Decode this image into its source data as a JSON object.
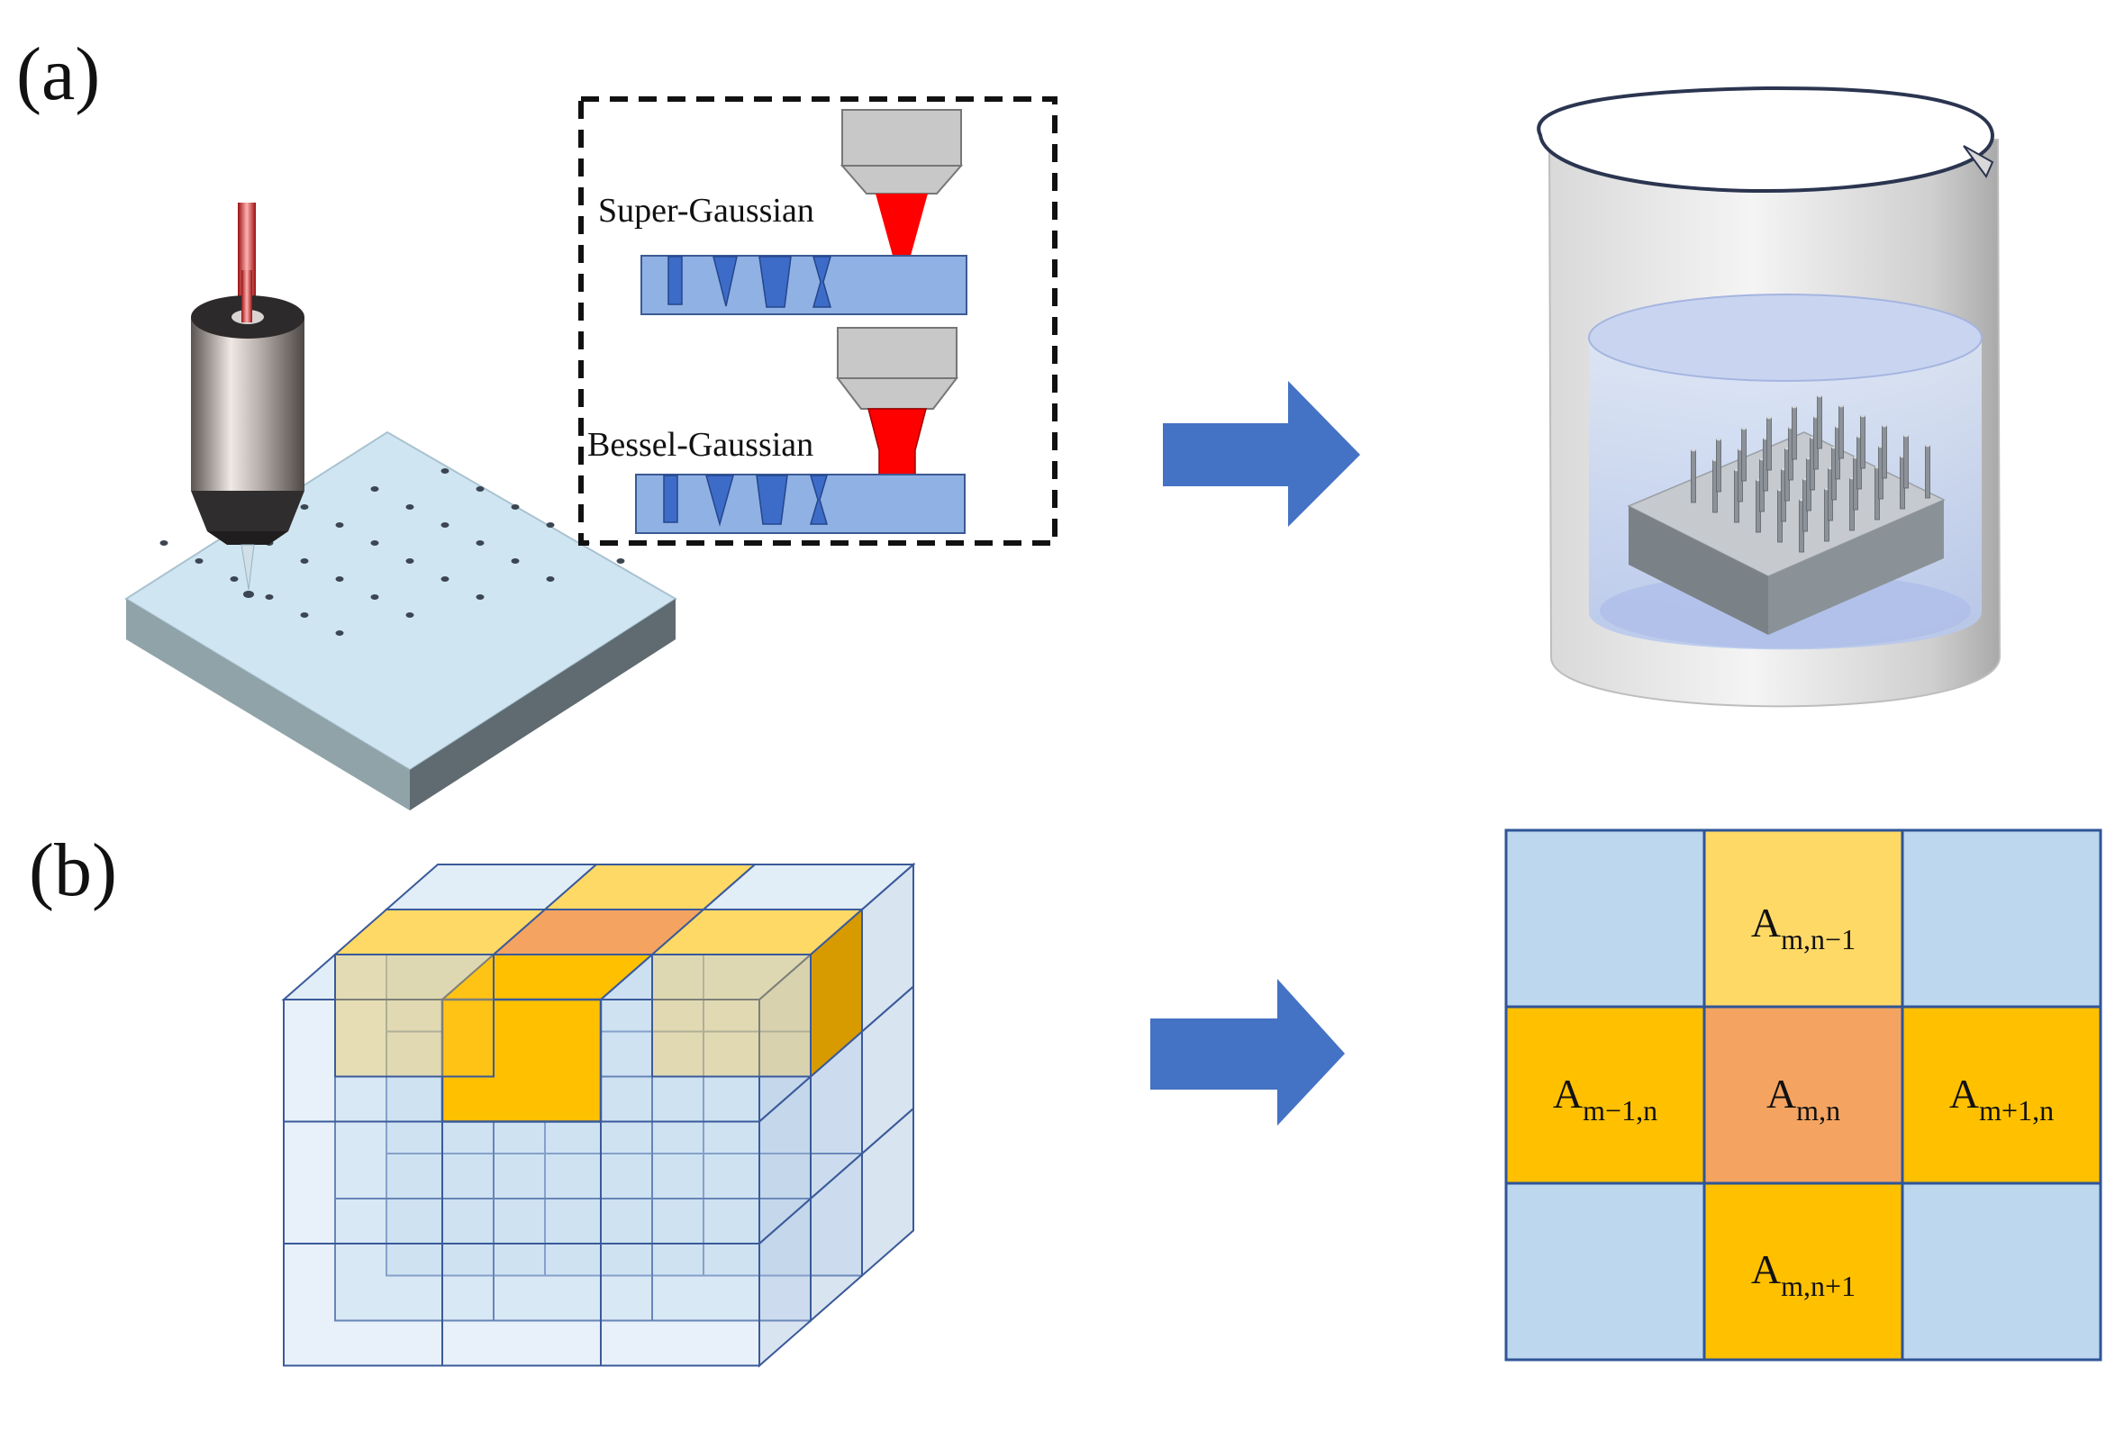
{
  "panel_a": {
    "label": "(a)",
    "inset": {
      "super_gaussian_label": "Super-Gaussian",
      "bessel_gaussian_label": "Bessel-Gaussian"
    }
  },
  "panel_b": {
    "label": "(b)",
    "grid": {
      "top_center": {
        "base": "A",
        "sub": "m,n−1"
      },
      "mid_left": {
        "base": "A",
        "sub": "m−1,n"
      },
      "center": {
        "base": "A",
        "sub": "m,n"
      },
      "mid_right": {
        "base": "A",
        "sub": "m+1,n"
      },
      "bottom_center": {
        "base": "A",
        "sub": "m,n+1"
      }
    }
  },
  "colors": {
    "arrow": "#4472c4",
    "grid_blue": "#bdd7ee",
    "grid_yellow": "#ffc000",
    "grid_light_yellow": "#ffd966",
    "grid_orange": "#f4a460",
    "laser_red": "#ff0000",
    "substrate_top": "#cfe6f2"
  }
}
